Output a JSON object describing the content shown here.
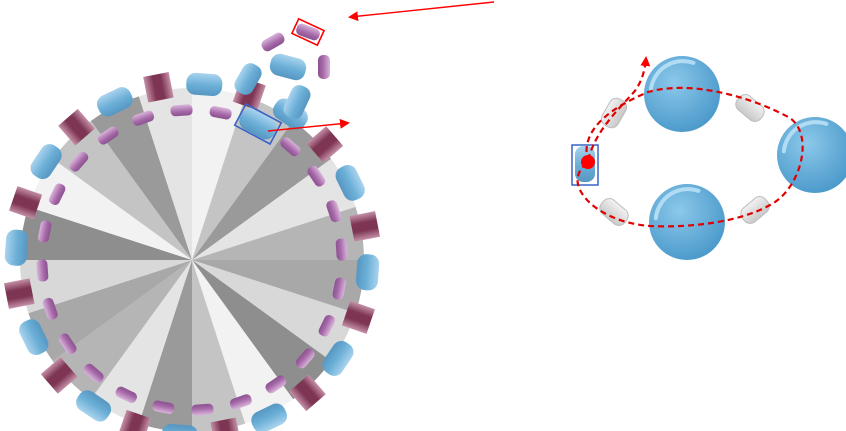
{
  "colors": {
    "background": "#ffffff",
    "blue_block": "#6aaed6",
    "blue_block_light": "#a9d3ee",
    "purple_block": "#a569a8",
    "purple_block_light": "#d9b4da",
    "maroon_block": "#7d3553",
    "maroon_block_light": "#c590a8",
    "sphere": "#5aa7d4",
    "sphere_highlight": "#a8d8f2",
    "gray_connector": "#d6d6d6",
    "red_marker": "#ff0000",
    "red_path": "#e00000",
    "highlight_blue": "#3a63c8",
    "highlight_red": "#ff0000",
    "wedge_palette": [
      "#f2f2f2",
      "#c4c4c4",
      "#9a9a9a",
      "#e4e4e4",
      "#b5b5b5",
      "#a8a8a8",
      "#d8d8d8",
      "#8e8e8e"
    ]
  },
  "left_figure": {
    "ring_segment_count": 24,
    "wedge_count": 20,
    "detached_blocks": [
      "blue",
      "blue",
      "blue",
      "purple",
      "purple",
      "purple"
    ],
    "highlighted_block_colors": [
      "red",
      "blue"
    ]
  },
  "right_figure": {
    "sphere_count": 3,
    "connector_count": 4,
    "path_style": "dashed",
    "marker": "dot"
  },
  "annotations": {
    "arrow_count": 2,
    "arrow_color": "#ff0000"
  }
}
